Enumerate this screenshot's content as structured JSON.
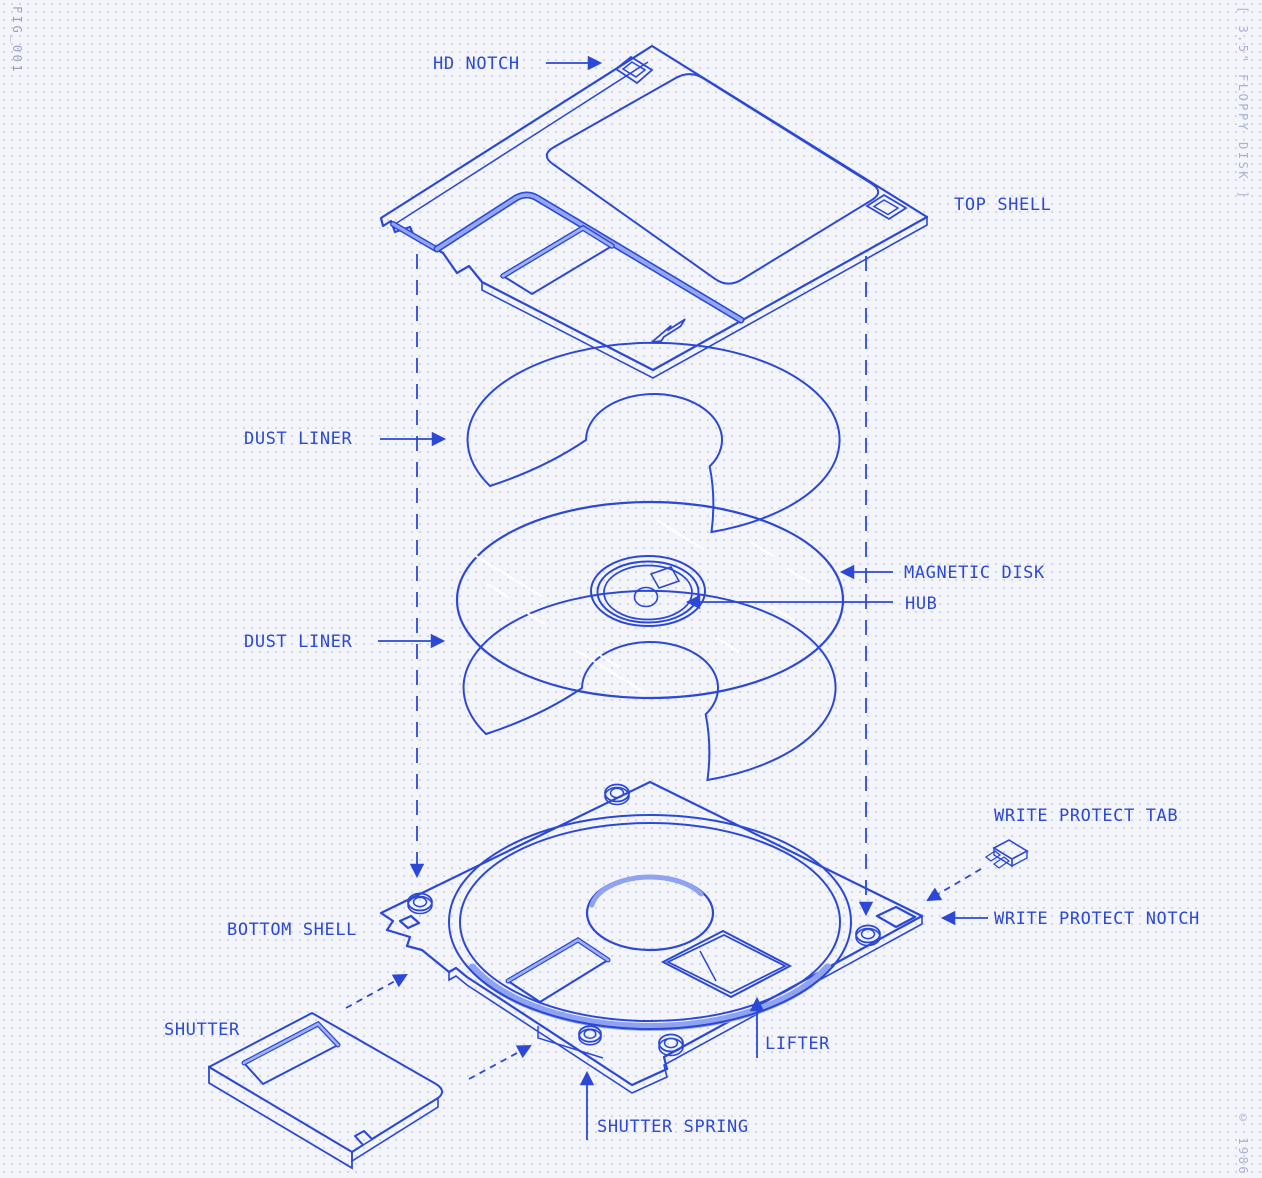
{
  "meta": {
    "fig_ref": "FIG_001",
    "sheet_title": "[ 3.5\" FLOPPY DISK ]",
    "copyright": "© 1986"
  },
  "colors": {
    "accent": "#2b49d6",
    "shell_fill": "#eaedf8",
    "disk_fill": "#95a5ef",
    "extrude_fill": "#9fb1f2",
    "extrude_light": "#c7d0f7",
    "band_light": "#92a6f1",
    "liner_fill": "#ffffff",
    "bg": "#f4f5fa",
    "dot": "#cdd2e9",
    "muted": "#9aa1c4",
    "muted_light": "#abb1d6"
  },
  "labels": {
    "hd_notch": "HD NOTCH",
    "top_shell": "TOP SHELL",
    "dust_liner_top": "DUST LINER",
    "magnetic_disk": "MAGNETIC DISK",
    "hub": "HUB",
    "dust_liner_bottom": "DUST LINER",
    "bottom_shell": "BOTTOM SHELL",
    "write_protect_tab": "WRITE PROTECT TAB",
    "write_protect_notch": "WRITE PROTECT NOTCH",
    "shutter": "SHUTTER",
    "lifter": "LIFTER",
    "shutter_spring": "SHUTTER SPRING"
  }
}
